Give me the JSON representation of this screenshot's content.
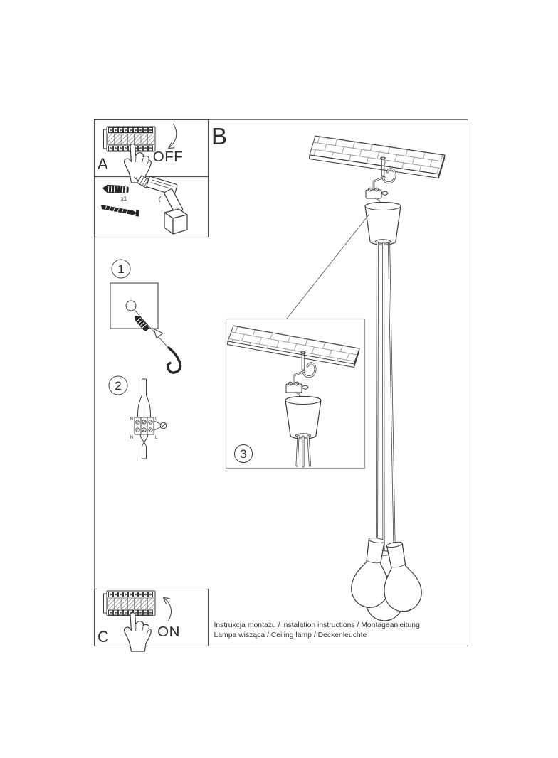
{
  "colors": {
    "ink": "#3a3a3a",
    "outer_frame": "#787878",
    "box_frame": "#4e4e4e",
    "inset_frame": "#9e9e9e",
    "dark_fill": "#262626",
    "background": "#ffffff"
  },
  "panels": {
    "a": {
      "label": "A",
      "state": "OFF"
    },
    "b": {
      "label": "B"
    },
    "c": {
      "label": "C",
      "state": "ON"
    },
    "tools": {
      "quantity": "x1"
    }
  },
  "steps": {
    "one": "1",
    "two": "2",
    "three": "3"
  },
  "wiring": {
    "top_left": "N",
    "top_right": "L",
    "bottom_left": "N",
    "bottom_right": "L"
  },
  "footer": {
    "line1": "Instrukcja montażu / instalation instructions / Montageanleitung",
    "line2": "Lampa wisząca / Ceiling lamp  / Deckenleuchte"
  },
  "icons": {
    "breaker": "circuit-breaker-panel-icon",
    "hand": "pressing-hand-icon",
    "arrow_off": "curved-arrow-down-icon",
    "arrow_on": "curved-arrow-up-icon",
    "wall_plug": "wall-plug-anchor-icon",
    "screw": "screw-icon",
    "drill": "drill-icon",
    "wall_hole": "drill-hole-icon",
    "ceiling_hook": "ceiling-hook-icon",
    "terminal": "terminal-block-icon",
    "screwdriver": "screwdriver-icon",
    "ceiling_panel": "ceiling-panel-icon",
    "canopy": "canopy-icon",
    "cable": "pendant-cable-icon",
    "bulb": "light-bulb-icon"
  }
}
